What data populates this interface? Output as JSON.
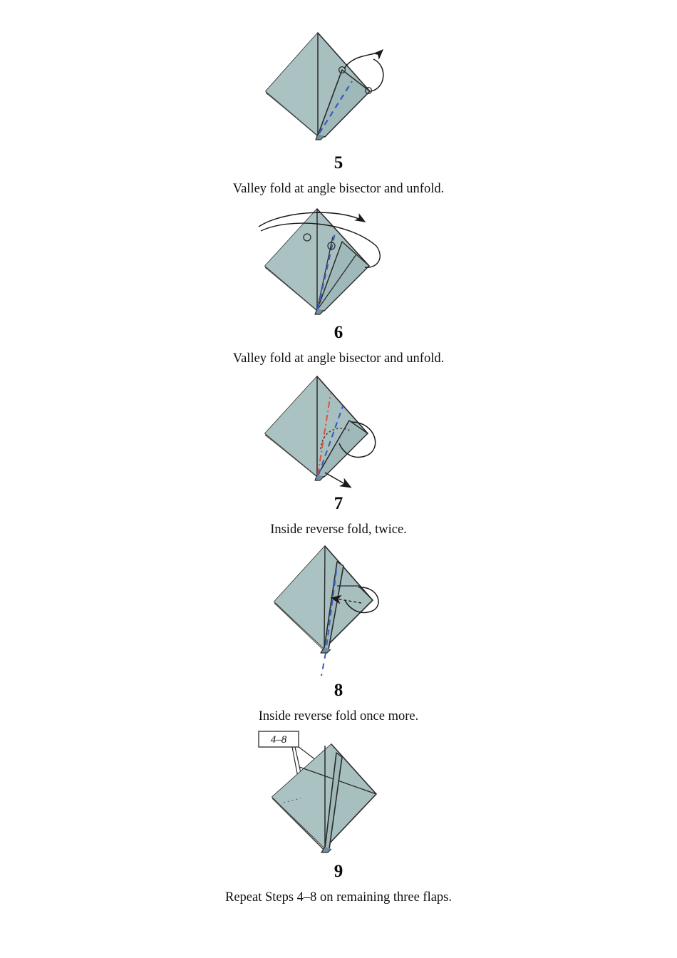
{
  "document": {
    "type": "origami-instruction-sheet",
    "page_background": "#ffffff",
    "paper_fill": "#a8bfc0",
    "paper_fill_shaded": "#9fb8ba",
    "paper_fill_light": "#b3c8c8",
    "outline_color": "#2b2b2b",
    "valley_fold_color": "#3a5bbf",
    "mountain_fold_color": "#d9533b",
    "arrow_color": "#1a1a1a"
  },
  "steps": [
    {
      "number": "5",
      "caption": "Valley fold at angle bisector and unfold.",
      "figure_name": "origami-diagram-step-5",
      "marks": {
        "valley_fold": "dashed blue line from bottom tip to upper-right flap corner",
        "arrow": "fold-and-unfold loop arrow over right flap",
        "vertex_dots": "two small circles at right flap corners"
      }
    },
    {
      "number": "6",
      "caption": "Valley fold at angle bisector and unfold.",
      "figure_name": "origami-diagram-step-6",
      "marks": {
        "valley_fold": "dashed blue line from bottom tip through upper area",
        "arrow": "long fold-and-unfold loop arrow across top",
        "angle_markers": "two small circles marking equal angles"
      }
    },
    {
      "number": "7",
      "caption": "Inside reverse fold, twice.",
      "figure_name": "origami-diagram-step-7",
      "marks": {
        "mountain_fold": "red dash-dot line",
        "valley_fold": "blue dashed line",
        "arc": "dotted angle arc",
        "arrow": "push-in loop arrow with solid arrowhead pointing down-right"
      }
    },
    {
      "number": "8",
      "caption": "Inside reverse fold once more.",
      "figure_name": "origami-diagram-step-8",
      "marks": {
        "valley_fold": "blue dashed line along center continuing below tip",
        "arrow": "loop arrow pointing left into the model"
      }
    },
    {
      "number": "9",
      "caption": "Repeat Steps 4–8 on remaining three flaps.",
      "figure_name": "origami-diagram-step-9",
      "label_box": {
        "text": "4–8",
        "style": "italic serif in bordered rectangle with leader lines"
      }
    }
  ]
}
